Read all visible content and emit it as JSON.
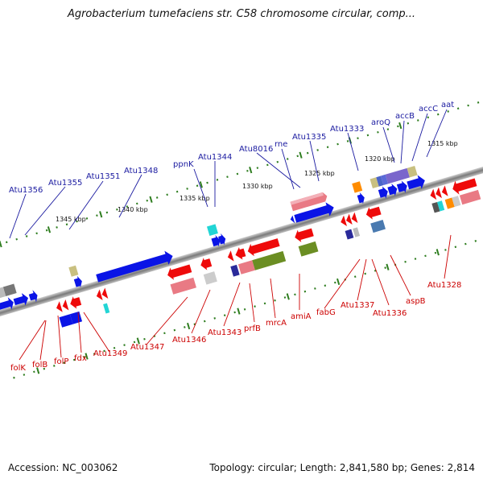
{
  "title": "Agrobacterium tumefaciens str. C58 chromosome circular, comp...",
  "accession": "Accession: NC_003062",
  "summary": "Topology: circular; Length: 2,841,580 bp; Genes: 2,814",
  "scale_ticks": [
    "1315 kbp",
    "1320 kbp",
    "1325 kbp",
    "1330 kbp",
    "1335 kbp",
    "1340 kbp",
    "1345 kbp"
  ],
  "top_labels": [
    "aat",
    "accC",
    "accB",
    "aroQ",
    "Atu1333",
    "Atu1335",
    "rne",
    "Atu8016",
    "Atu1344",
    "ppnK",
    "Atu1348",
    "Atu1351",
    "Atu1355",
    "Atu1356"
  ],
  "bottom_labels": [
    "Atu1328",
    "aspB",
    "Atu1336",
    "Atu1337",
    "fabG",
    "amiA",
    "mrcA",
    "prfB",
    "Atu1343",
    "Atu1346",
    "Atu1347",
    "Atu1349",
    "fdx",
    "folP",
    "folB",
    "folK"
  ],
  "colors": {
    "forward_strand": "#0a14e6",
    "reverse_strand": "#ee0a0a",
    "top_label_text": "#1a1aa0",
    "bottom_label_text": "#cc0000",
    "tick_green": "#2e7d1f",
    "backbone_grey": "#8a8a8a"
  }
}
